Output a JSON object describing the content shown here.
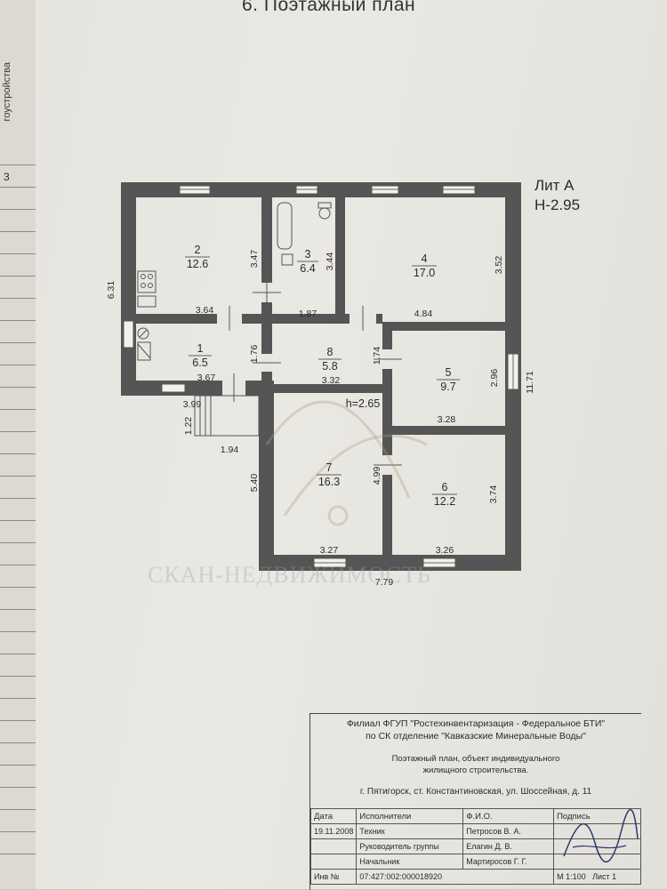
{
  "page": {
    "title": "6. Поэтажный план",
    "side_text": "гоустройства",
    "side_number": "3"
  },
  "plan": {
    "liter": "Лит А",
    "height": "Н-2.95",
    "rooms": [
      {
        "no": "2",
        "area": "12.6"
      },
      {
        "no": "3",
        "area": "6.4"
      },
      {
        "no": "4",
        "area": "17.0"
      },
      {
        "no": "1",
        "area": "6.5"
      },
      {
        "no": "8",
        "area": "5.8"
      },
      {
        "no": "5",
        "area": "9.7"
      },
      {
        "no": "7",
        "area": "16.3"
      },
      {
        "no": "6",
        "area": "12.2"
      }
    ],
    "dims": {
      "d_631": "6.31",
      "d_347": "3.47",
      "d_344": "3.44",
      "d_352": "3.52",
      "d_364": "3.64",
      "d_187": "1.87",
      "d_484": "4.84",
      "d_176": "1.76",
      "d_174": "1.74",
      "d_367": "3.67",
      "d_332": "3.32",
      "d_296": "2.96",
      "d_1171": "11.71",
      "d_399": "3.99",
      "d_122": "1.22",
      "d_328": "3.28",
      "d_194": "1.94",
      "d_540": "5.40",
      "d_499": "4.99",
      "d_374": "3.74",
      "d_327": "3.27",
      "d_326": "3.26",
      "d_779": "7.79"
    },
    "inner_height": "h=2.65"
  },
  "watermark": "СКАН-НЕДВИЖИМОСТЬ",
  "stamp": {
    "org_line1": "Филиал ФГУП \"Ростехинвентаризация - Федеральное БТИ\"",
    "org_line2": "по СК отделение \"Кавказские Минеральные Воды\"",
    "object_line1": "Поэтажный план, объект индивидуального",
    "object_line2": "жилищного строительства.",
    "address": "г. Пятигорск, ст. Константиновская, ул. Шоссейная, д. 11",
    "col_date": "Дата",
    "col_executors": "Исполнители",
    "col_fio": "Ф.И.О.",
    "col_sign": "Подпись",
    "rows": [
      {
        "date": "19.11.2008",
        "role": "Техник",
        "fio": "Петросов В. А."
      },
      {
        "date": "",
        "role": "Руководитель группы",
        "fio": "Елагин Д. В."
      },
      {
        "date": "",
        "role": "Начальник",
        "fio": "Мартиросов Г. Г."
      }
    ],
    "inv": "Инв №",
    "inv_number": "07:427:002:000018920",
    "scale": "М 1:100",
    "sheet": "Лист 1"
  }
}
